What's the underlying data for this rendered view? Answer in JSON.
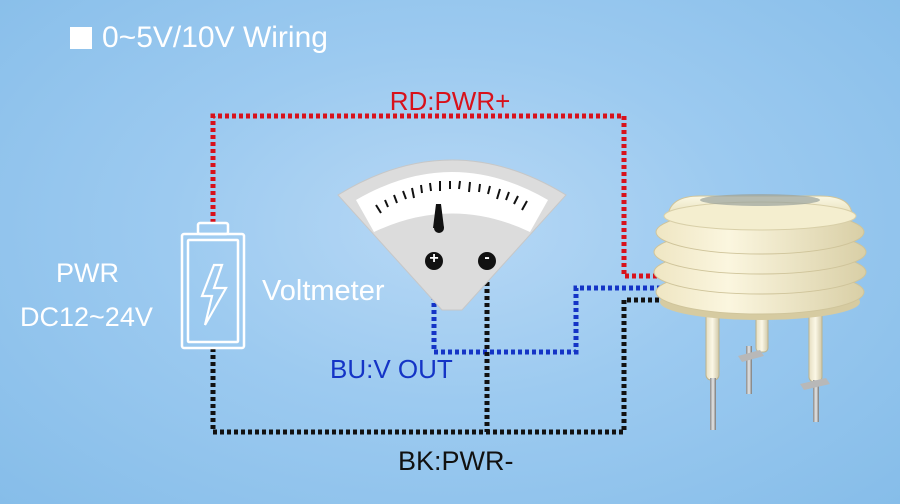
{
  "title": "0~5V/10V Wiring",
  "labels": {
    "red_wire": "RD:PWR+",
    "blue_wire": "BU:V OUT",
    "black_wire": "BK:PWR-",
    "power_line1": "PWR",
    "power_line2": "DC12~24V",
    "voltmeter": "Voltmeter",
    "plus": "+",
    "minus": "-"
  },
  "colors": {
    "red": "#d8111b",
    "blue": "#1434c6",
    "black": "#111111"
  },
  "icons": [
    "battery-icon",
    "lightning-bolt-icon",
    "voltmeter-gauge-icon",
    "sensor-shield-icon"
  ]
}
